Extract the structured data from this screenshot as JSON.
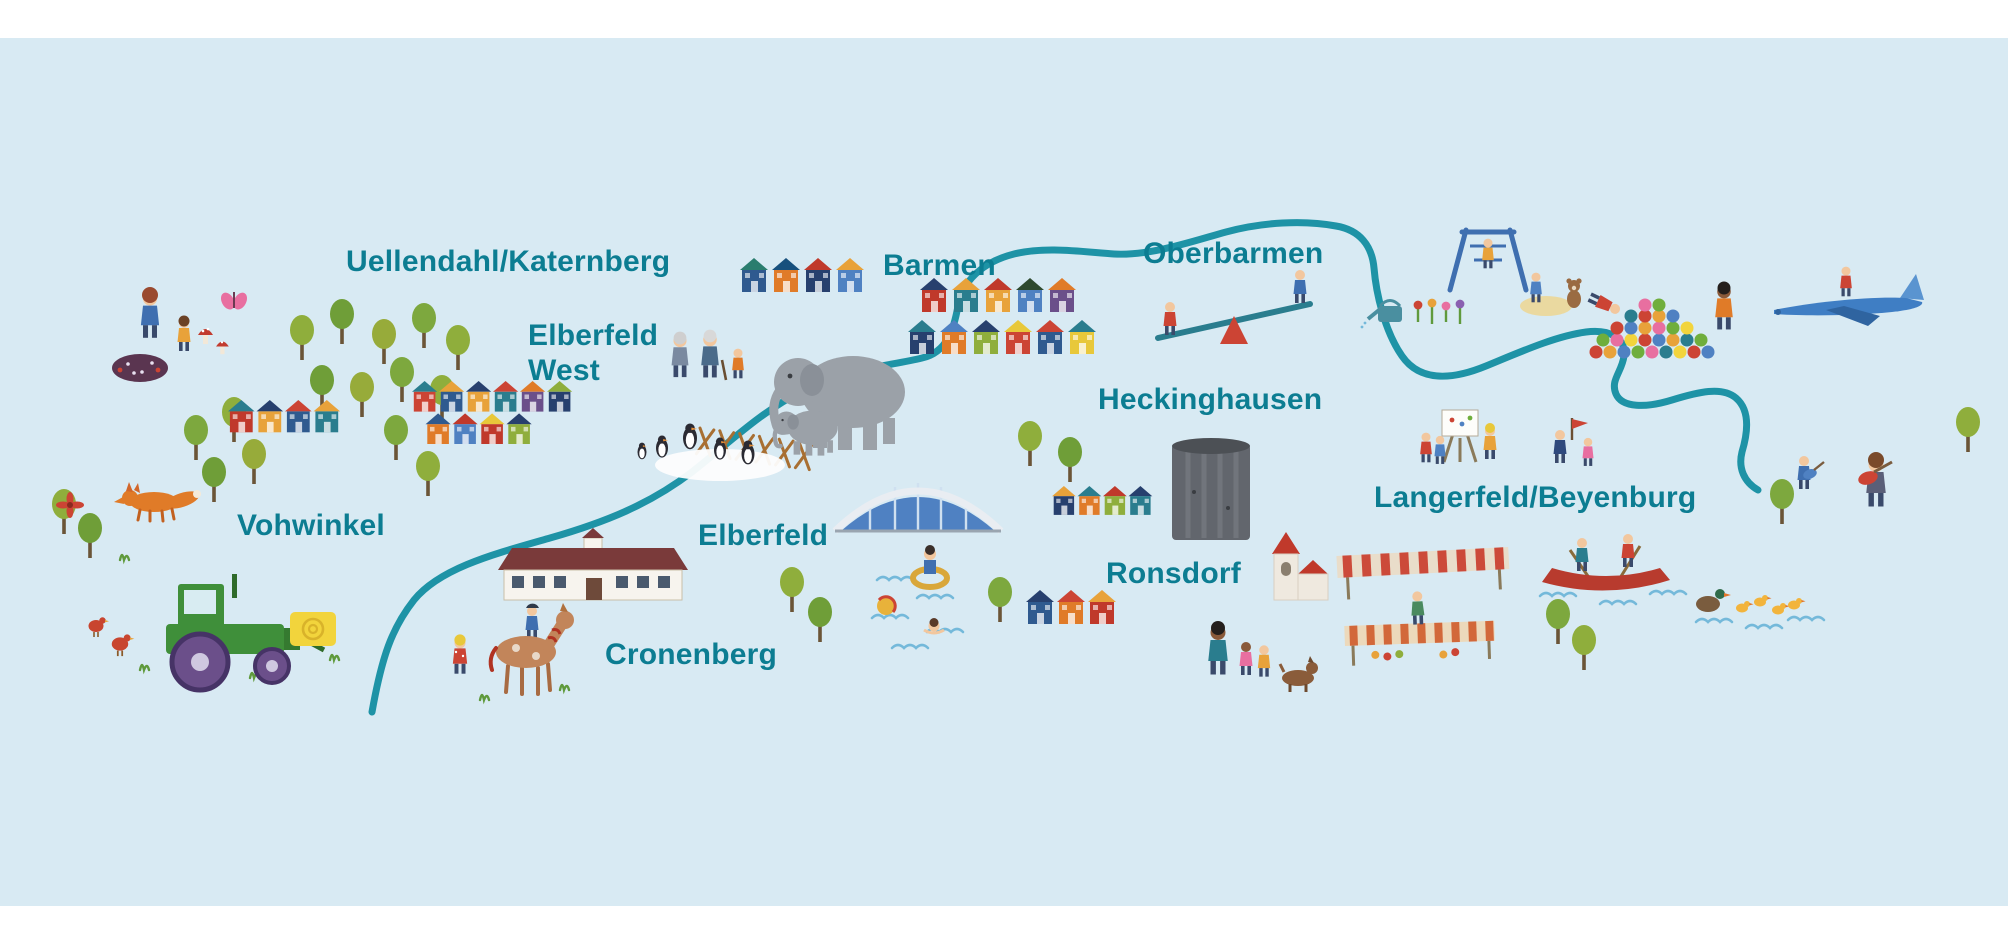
{
  "colors": {
    "page_background": "#ffffff",
    "map_background": "#d8eaf3",
    "label_text": "#0c7d92",
    "river": "#1e93a6"
  },
  "districts": [
    {
      "label": "Uellendahl/Katernberg"
    },
    {
      "label": "Barmen"
    },
    {
      "label": "Oberbarmen"
    },
    {
      "label": "Elberfeld\nWest"
    },
    {
      "label": "Heckinghausen"
    },
    {
      "label": "Vohwinkel"
    },
    {
      "label": "Elberfeld"
    },
    {
      "label": "Ronsdorf"
    },
    {
      "label": "Langerfeld/Beyenburg"
    },
    {
      "label": "Cronenberg"
    }
  ],
  "illustrations": [
    "river-icon",
    "mushroom-pickers-icon",
    "butterfly-icon",
    "berry-bush-icon",
    "mushrooms-icon",
    "red-flower-icon",
    "trees-icon",
    "houses-icon",
    "elephants-icon",
    "zoo-fence-icon",
    "penguins-icon",
    "stadium-icon",
    "swimmers-icon",
    "seesaw-icon",
    "gas-tank-icon",
    "church-icon",
    "market-stalls-icon",
    "canoe-icon",
    "ducks-icon",
    "ball-pit-icon",
    "climbing-frame-icon",
    "sandbox-teddy-icon",
    "watering-can-flowers-icon",
    "airplane-icon",
    "painting-easel-icon",
    "flag-kid-icon",
    "guitar-players-icon",
    "tractor-icon",
    "hay-bale-icon",
    "chickens-icon",
    "fox-icon",
    "pony-ride-icon",
    "school-building-icon",
    "walking-family-icon",
    "family-with-dog-icon"
  ]
}
